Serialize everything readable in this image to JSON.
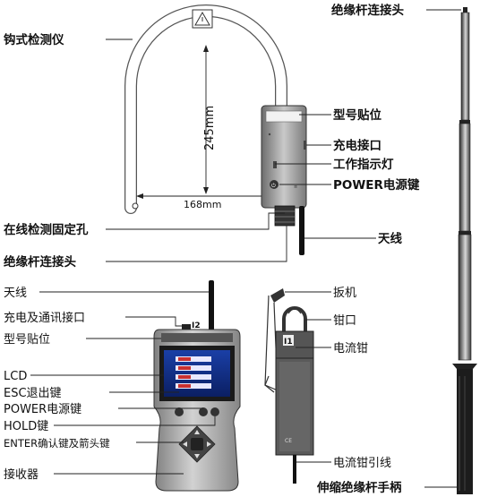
{
  "clamp_meter": {
    "device_label": "钩式检测仪",
    "height_dim": "245mm",
    "width_dim": "168mm",
    "model_sticker": "型号贴位",
    "charge_port": "充电接口",
    "work_indicator": "工作指示灯",
    "power_key": "POWER电源键",
    "fixing_hole": "在线检测固定孔",
    "antenna": "天线",
    "pole_connector": "绝缘杆连接头"
  },
  "pole": {
    "top_connector": "绝缘杆连接头",
    "handle": "伸缩绝缘杆手柄"
  },
  "receiver": {
    "antenna": "天线",
    "charge_comm_port": "充电及通讯接口",
    "model_sticker": "型号贴位",
    "lcd": "LCD",
    "esc_key": "ESC退出键",
    "power_key": "POWER电源键",
    "hold_key": "HOLD键",
    "enter_key": "ENTER确认键及箭头键",
    "receiver_label": "接收器",
    "badge": "I2"
  },
  "current_clamp": {
    "trigger": "扳机",
    "jaw": "钳口",
    "clamp_label": "电流钳",
    "lead_wire": "电流钳引线",
    "badge": "I1"
  }
}
